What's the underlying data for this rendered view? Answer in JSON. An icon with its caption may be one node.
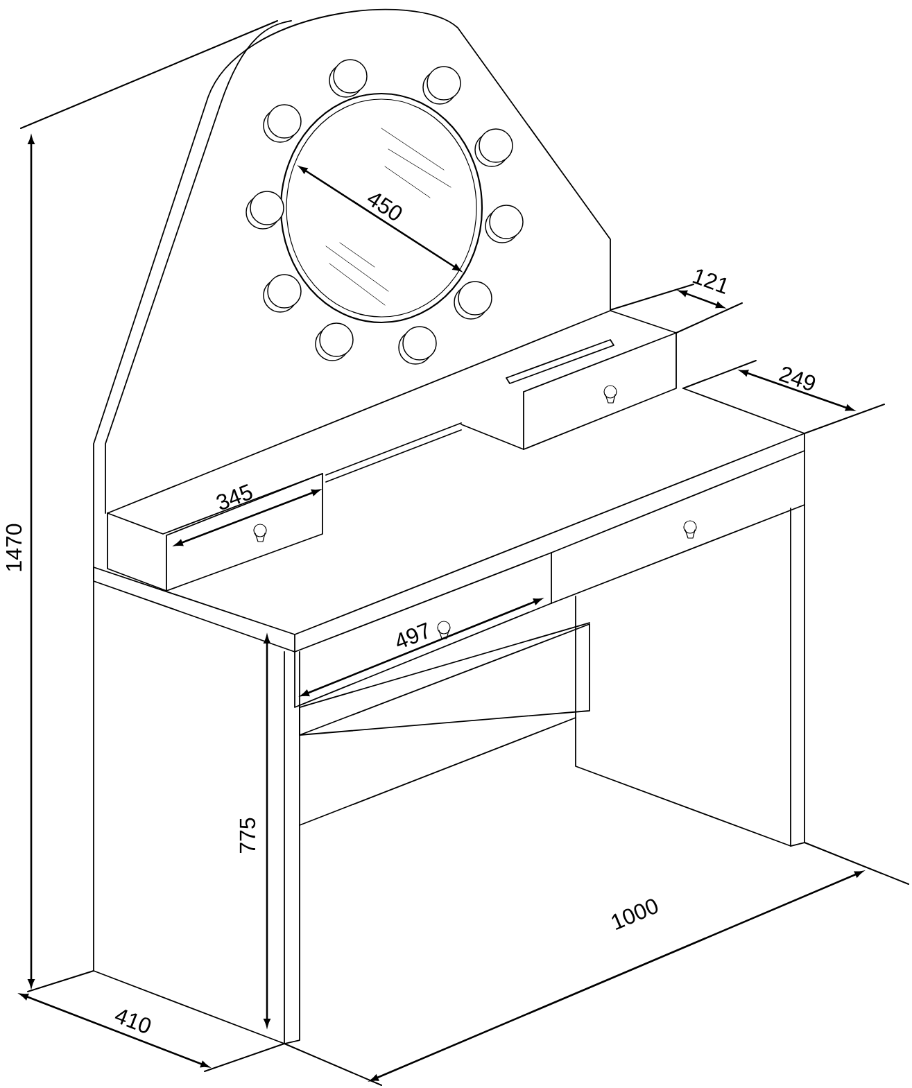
{
  "diagram": {
    "labels": [
      "450",
      "121",
      "249",
      "345",
      "1470",
      "497",
      "775",
      "1000",
      "410"
    ]
  }
}
